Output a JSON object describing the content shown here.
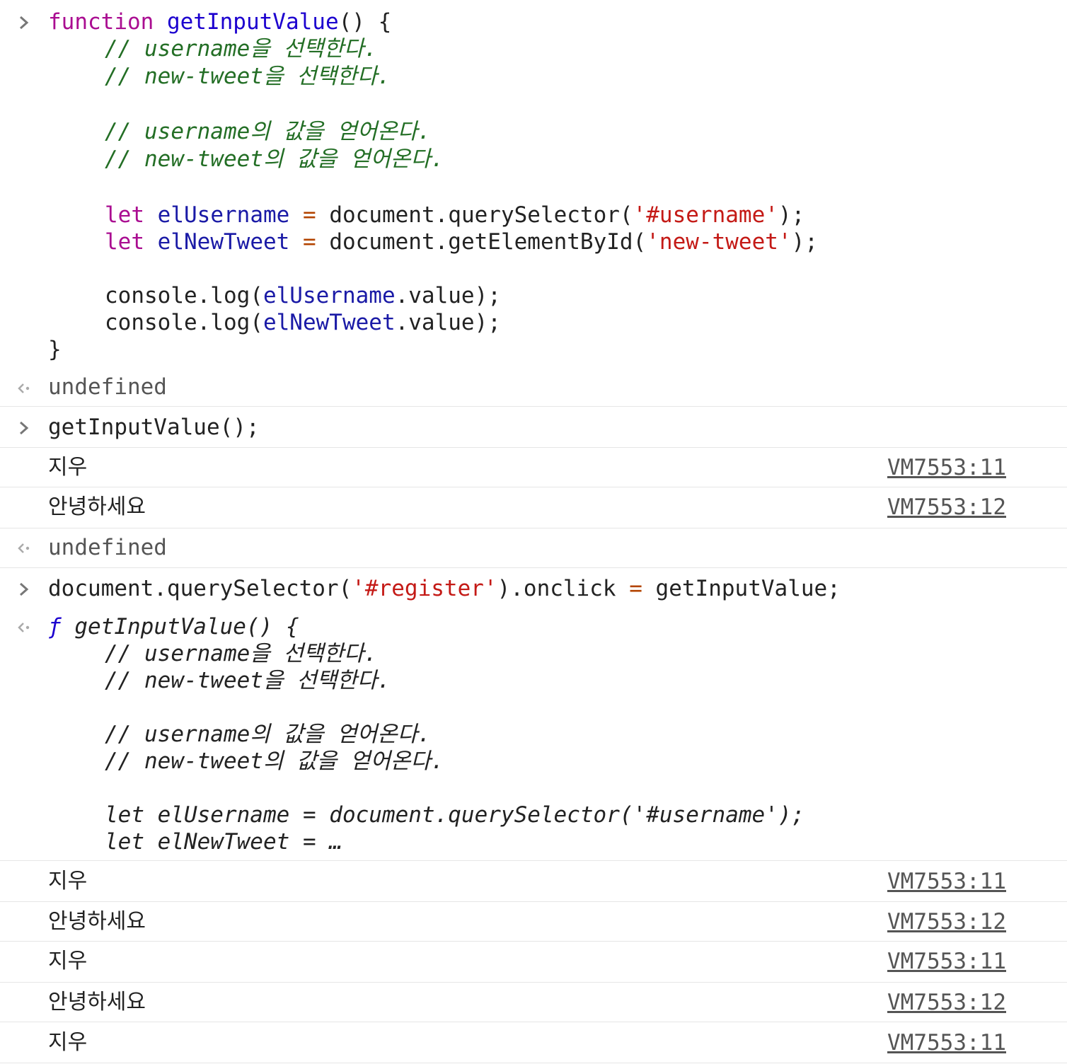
{
  "console": {
    "input1": {
      "line1": {
        "kw": "function",
        "name": "getInputValue",
        "rest": "() {"
      },
      "c1": "// username을 선택한다.",
      "c2": "// new-tweet을 선택한다.",
      "c3": "// username의 값을 얻어온다.",
      "c4": "// new-tweet의 값을 얻어온다.",
      "let1": {
        "kw": "let",
        "var": "elUsername",
        "eq": "=",
        "mid": "document.querySelector(",
        "str": "'#username'",
        "end": ");"
      },
      "let2": {
        "kw": "let",
        "var": "elNewTweet",
        "eq": "=",
        "mid": "document.getElementById(",
        "str": "'new-tweet'",
        "end": ");"
      },
      "log1": {
        "pre": "console.log(",
        "var": "elUsername",
        "post": ".value);"
      },
      "log2": {
        "pre": "console.log(",
        "var": "elNewTweet",
        "post": ".value);"
      },
      "close": "}"
    },
    "result1": "undefined",
    "input2": "getInputValue();",
    "logs1": [
      {
        "text": "지우",
        "source": "VM7553:11"
      },
      {
        "text": "안녕하세요",
        "source": "VM7553:12"
      }
    ],
    "result2": "undefined",
    "input3": {
      "pre": "document.querySelector(",
      "str": "'#register'",
      "mid": ").onclick ",
      "eq": "=",
      "post": " getInputValue;"
    },
    "result3": {
      "f": "ƒ",
      "sig": " getInputValue() {",
      "c1": "// username을 선택한다.",
      "c2": "// new-tweet을 선택한다.",
      "c3": "// username의 값을 얻어온다.",
      "c4": "// new-tweet의 값을 얻어온다.",
      "let1": "let elUsername = document.querySelector('#username');",
      "let2": "let elNewTweet = …"
    },
    "logs2": [
      {
        "text": "지우",
        "source": "VM7553:11"
      },
      {
        "text": "안녕하세요",
        "source": "VM7553:12"
      },
      {
        "text": "지우",
        "source": "VM7553:11"
      },
      {
        "text": "안녕하세요",
        "source": "VM7553:12"
      },
      {
        "text": "지우",
        "source": "VM7553:11"
      }
    ]
  }
}
